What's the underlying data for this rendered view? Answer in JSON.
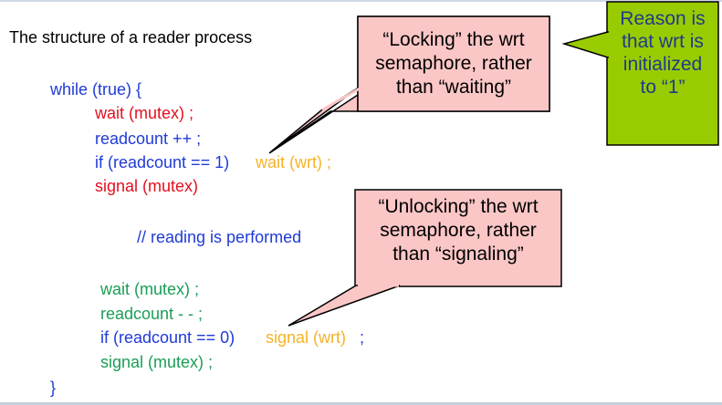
{
  "title": "The structure of a reader process",
  "colors": {
    "blue": "#1f3bd6",
    "red": "#e3101f",
    "yellow": "#f5b328",
    "green": "#1a9e55",
    "callout_fill": "#fbc6c6",
    "green_box_fill": "#99cc00"
  },
  "code": {
    "line1": "while (true) {",
    "line2": "wait (mutex) ;",
    "line3": "readcount ++ ;",
    "line4_a": "if (readcount == 1)",
    "line4_b": "wait (wrt) ;",
    "line5": "signal (mutex)",
    "line6": "// reading is performed",
    "line7": "wait (mutex) ;",
    "line8": "readcount  - - ;",
    "line9_a": "if (readcount  == 0)",
    "line9_b": "signal (wrt)",
    "line9_c": ";",
    "line10": "signal (mutex) ;",
    "line11": "}"
  },
  "callout_lock": {
    "line1": "“Locking” the wrt",
    "line2": "semaphore, rather",
    "line3": "than “waiting”"
  },
  "callout_unlock": {
    "line1": "“Unlocking” the wrt",
    "line2": "semaphore, rather",
    "line3": "than “signaling”"
  },
  "callout_reason": {
    "line1": "Reason is",
    "line2": "that wrt is",
    "line3": "initialized",
    "line4": "to “1”"
  }
}
